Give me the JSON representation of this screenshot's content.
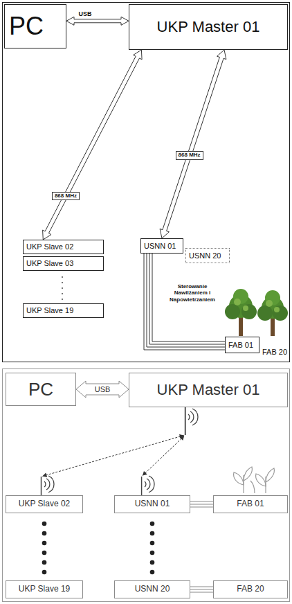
{
  "diagram": {
    "nodes": [
      {
        "text": [
          "PC"
        ]
      },
      {
        "text": [
          "UKP Master 01"
        ]
      },
      {
        "text": [
          "UKP Slave 02"
        ]
      },
      {
        "text": [
          "UKP Slave 03"
        ]
      },
      {
        "text": [
          "UKP Slave 19"
        ]
      },
      {
        "text": [
          "USNN 01"
        ]
      },
      {
        "text": [
          "USNN 20"
        ]
      },
      {
        "text": [
          "FAB 01"
        ]
      },
      {
        "text": [
          "PC"
        ]
      },
      {
        "text": [
          "UKP Master 01"
        ]
      },
      {
        "text": [
          "UKP Slave 02"
        ]
      },
      {
        "text": [
          "USNN 01"
        ]
      },
      {
        "text": [
          "FAB 01"
        ]
      },
      {
        "text": [
          "UKP Slave 19"
        ]
      },
      {
        "text": [
          "USNN 20"
        ]
      },
      {
        "text": [
          "FAB 20"
        ]
      }
    ],
    "edges": [
      {
        "from": 0,
        "to": 1,
        "arrow": "both",
        "label": "USB"
      },
      {
        "from": 1,
        "to": 2,
        "arrow": "both",
        "label": "868 MHz"
      },
      {
        "from": 1,
        "to": 5,
        "arrow": "both",
        "label": "868 MHz"
      },
      {
        "from": 5,
        "to": 7,
        "arrow": "none",
        "label": "Sterowanie Nawilżaniem i Napowietrzaniem"
      },
      {
        "from": 8,
        "to": 9,
        "arrow": "both",
        "label": "USB"
      },
      {
        "from": 9,
        "to": 10,
        "arrow": "both"
      },
      {
        "from": 9,
        "to": 11,
        "arrow": "both"
      },
      {
        "from": 11,
        "to": 12,
        "arrow": "none"
      },
      {
        "from": 14,
        "to": 15,
        "arrow": "none"
      }
    ],
    "labels": [
      "FAB 20"
    ]
  }
}
